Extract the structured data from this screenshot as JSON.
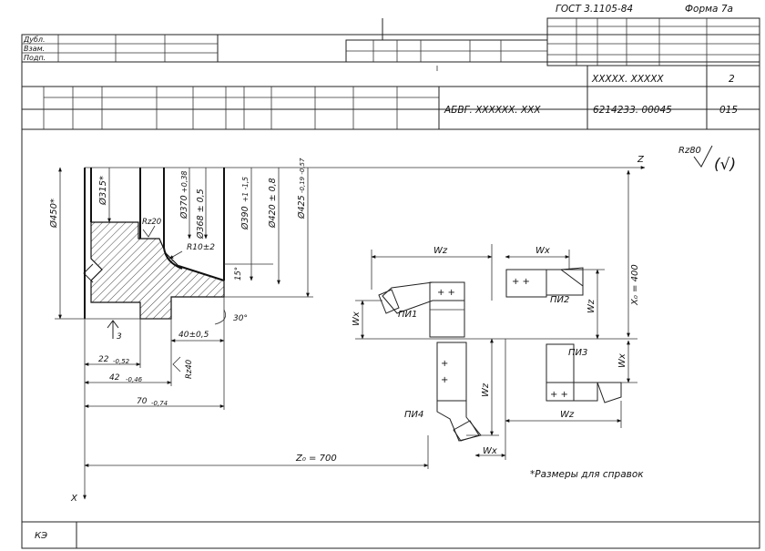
{
  "header": {
    "standard": "ГОСТ 3.1105-84",
    "form": "Форма 7а",
    "row_labels": [
      "Дубл.",
      "Взам.",
      "Подп."
    ],
    "code_right": "ХХХХХ. ХХХХХ",
    "sheet_number": "2",
    "document_code": "АБВГ. ХХХХХХ. ХХХ",
    "part_number": "6214233. 00045",
    "operation_number": "015"
  },
  "part_drawing": {
    "dimensions": {
      "d450": "Ø450*",
      "d315": "Ø315*",
      "d370": "Ø370",
      "d370_tol": "+0,38",
      "d368": "Ø368 ± 0,5",
      "d390": "Ø390",
      "d390_tol": "+1 -1,5",
      "d420": "Ø420 ± 0,8",
      "d425": "Ø425",
      "d425_tol": "-0,19 -0,57",
      "r10": "R10±2",
      "rz20": "Rz20",
      "rz40": "Rz40",
      "rz80": "Rz80",
      "rz80_paren": "(√)",
      "angle15": "15°",
      "angle30": "30°",
      "len40": "40±0,5",
      "len22": "22",
      "len22_tol": "-0,52",
      "len42": "42",
      "len42_tol": "-0,46",
      "len70": "70",
      "len70_tol": "-0,74",
      "base_mark": "3"
    },
    "axes": {
      "z_axis": "Z",
      "x_axis": "X",
      "x0": "X₀ = 400",
      "z0": "Z₀ = 700"
    }
  },
  "tools": {
    "pi1": "ПИ1",
    "pi2": "ПИ2",
    "pi3": "ПИ3",
    "pi4": "ПИ4",
    "wz": "Wz",
    "wx": "Wx"
  },
  "notes": {
    "reference_note": "*Размеры для справок"
  },
  "footer": {
    "label": "КЭ"
  }
}
